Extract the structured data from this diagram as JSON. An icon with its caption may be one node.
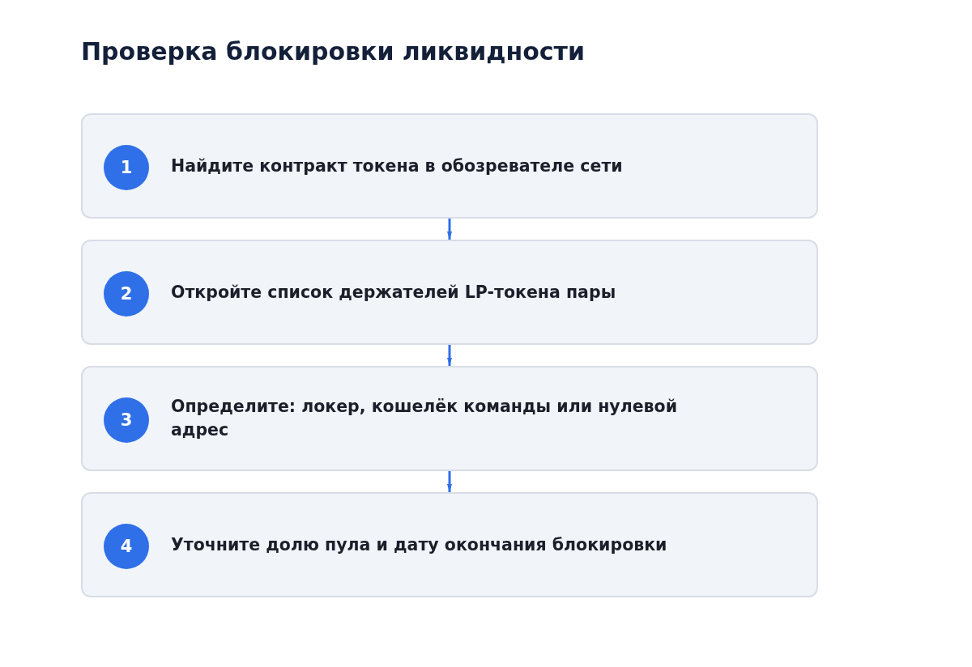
{
  "diagram": {
    "title": "Проверка блокировки ликвидности",
    "nodes": [
      {
        "text": [
          "1",
          "Найдите контракт токена в обозревателе сети"
        ]
      },
      {
        "text": [
          "2",
          "Откройте список держателей LP-токена пары"
        ]
      },
      {
        "text": [
          "3",
          "Определите: локер, кошелёк команды или нулевой адрес"
        ]
      },
      {
        "text": [
          "4",
          "Уточните долю пула и дату окончания блокировки"
        ]
      }
    ],
    "edges": [
      {
        "from": 0,
        "to": 1,
        "arrow": "to"
      },
      {
        "from": 1,
        "to": 2,
        "arrow": "to"
      },
      {
        "from": 2,
        "to": 3,
        "arrow": "to"
      }
    ]
  }
}
